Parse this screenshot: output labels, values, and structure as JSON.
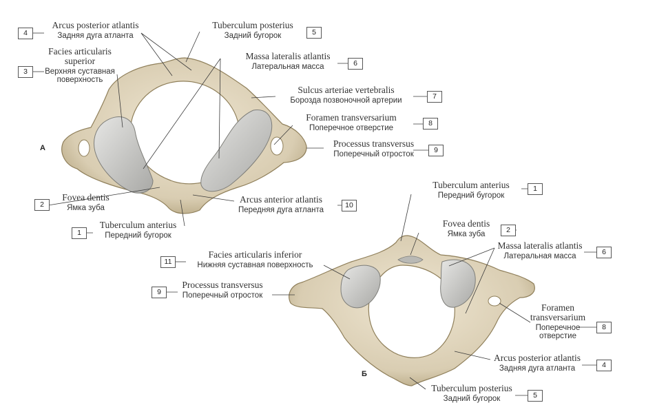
{
  "view_a": {
    "label": "А",
    "callouts": [
      {
        "num": "4",
        "latin": "Arcus posterior atlantis",
        "russian": "Задняя дуга атланта"
      },
      {
        "num": "5",
        "latin": "Tuberculum posterius",
        "russian": "Задний бугорок"
      },
      {
        "num": "3",
        "latin": "Facies articularis superior",
        "russian": "Верхняя суставная поверхность"
      },
      {
        "num": "6",
        "latin": "Massa lateralis atlantis",
        "russian": "Латеральная масса"
      },
      {
        "num": "7",
        "latin": "Sulcus arteriae vertebralis",
        "russian": "Борозда позвоночной артерии"
      },
      {
        "num": "8",
        "latin": "Foramen transversarium",
        "russian": "Поперечное отверстие"
      },
      {
        "num": "9",
        "latin": "Processus transversus",
        "russian": "Поперечный отросток"
      },
      {
        "num": "2",
        "latin": "Fovea dentis",
        "russian": "Ямка зуба"
      },
      {
        "num": "10",
        "latin": "Arcus anterior atlantis",
        "russian": "Передняя дуга атланта"
      },
      {
        "num": "1",
        "latin": "Tuberculum anterius",
        "russian": "Передний бугорок"
      }
    ]
  },
  "view_b": {
    "label": "Б",
    "callouts": [
      {
        "num": "1",
        "latin": "Tuberculum anterius",
        "russian": "Передний бугорок"
      },
      {
        "num": "2",
        "latin": "Fovea dentis",
        "russian": "Ямка зуба"
      },
      {
        "num": "6",
        "latin": "Massa lateralis atlantis",
        "russian": "Латеральная масса"
      },
      {
        "num": "11",
        "latin": "Facies articularis inferior",
        "russian": "Нижняя суставная поверхность"
      },
      {
        "num": "9",
        "latin": "Processus transversus",
        "russian": "Поперечный отросток"
      },
      {
        "num": "8",
        "latin": "Foramen transversarium",
        "russian": "Поперечное отверстие"
      },
      {
        "num": "4",
        "latin": "Arcus posterior atlantis",
        "russian": "Задняя дуга атланта"
      },
      {
        "num": "5",
        "latin": "Tuberculum posterius",
        "russian": "Задний бугорок"
      }
    ]
  },
  "colors": {
    "bone": "#d9cdb2",
    "bone_shade": "#b3a480",
    "cartilage": "#c9c9c7",
    "line": "#3a3a3a"
  }
}
